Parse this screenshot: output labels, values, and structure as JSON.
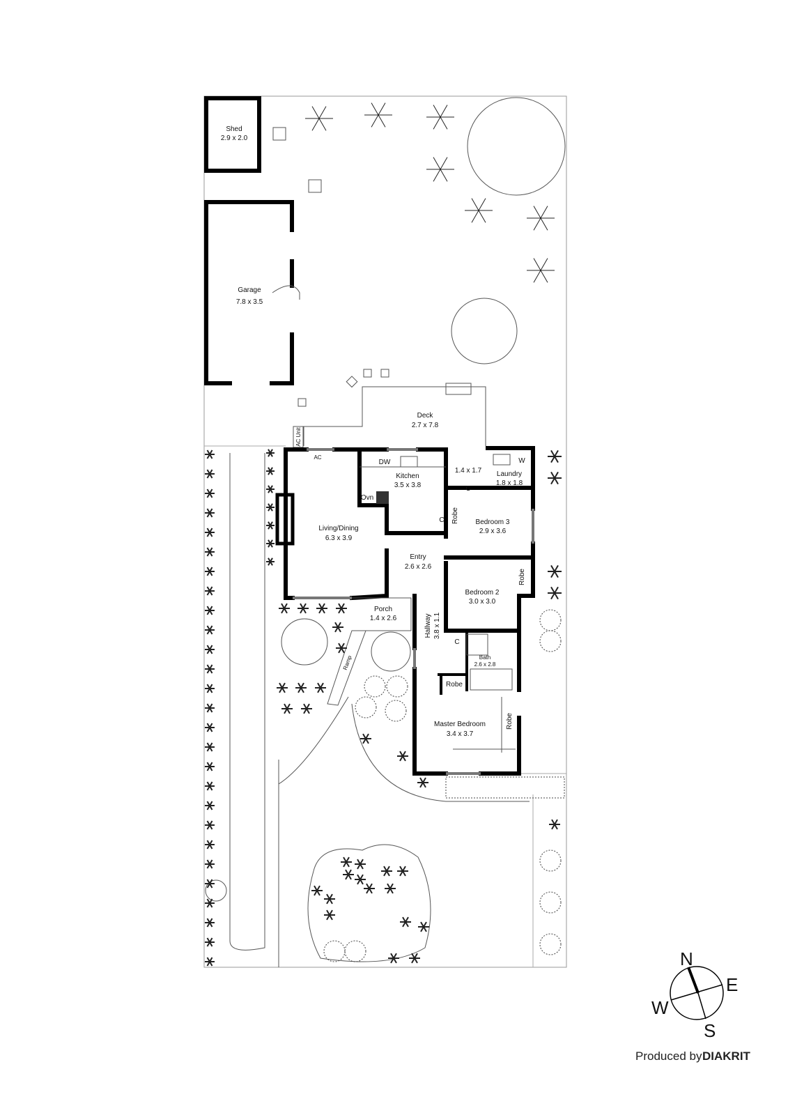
{
  "rooms": {
    "shed": {
      "name": "Shed",
      "size": "2.9 x 2.0"
    },
    "garage": {
      "name": "Garage",
      "size": "7.8 x 3.5"
    },
    "deck": {
      "name": "Deck",
      "size": "2.7 x 7.8"
    },
    "living": {
      "name": "Living/Dining",
      "size": "6.3 x 3.9"
    },
    "kitchen": {
      "name": "Kitchen",
      "size": "3.5 x 3.8"
    },
    "hall_small": {
      "size": "1.4 x 1.7"
    },
    "laundry": {
      "name": "Laundry",
      "size": "1.8 x 1.8"
    },
    "bedroom3": {
      "name": "Bedroom 3",
      "size": "2.9 x 3.6"
    },
    "entry": {
      "name": "Entry",
      "size": "2.6 x 2.6"
    },
    "bedroom2": {
      "name": "Bedroom 2",
      "size": "3.0 x 3.0"
    },
    "porch": {
      "name": "Porch",
      "size": "1.4 x 2.6"
    },
    "hallway": {
      "name": "Hallway",
      "size": "3.8 x 1.1"
    },
    "bath": {
      "name": "Bath",
      "size": "2.6 x 2.8"
    },
    "master": {
      "name": "Master Bedroom",
      "size": "3.4 x 3.7"
    }
  },
  "fixtures": {
    "dw": "DW",
    "oven": "Ovn",
    "washer": "W",
    "ac": "AC",
    "ac_unit": "AC Unit",
    "ramp": "Ramp",
    "robe": "Robe",
    "cupboard": "C"
  },
  "compass": {
    "n": "N",
    "e": "E",
    "s": "S",
    "w": "W"
  },
  "credit": {
    "prefix": "Produced by",
    "brand": "DIAKRIT"
  }
}
